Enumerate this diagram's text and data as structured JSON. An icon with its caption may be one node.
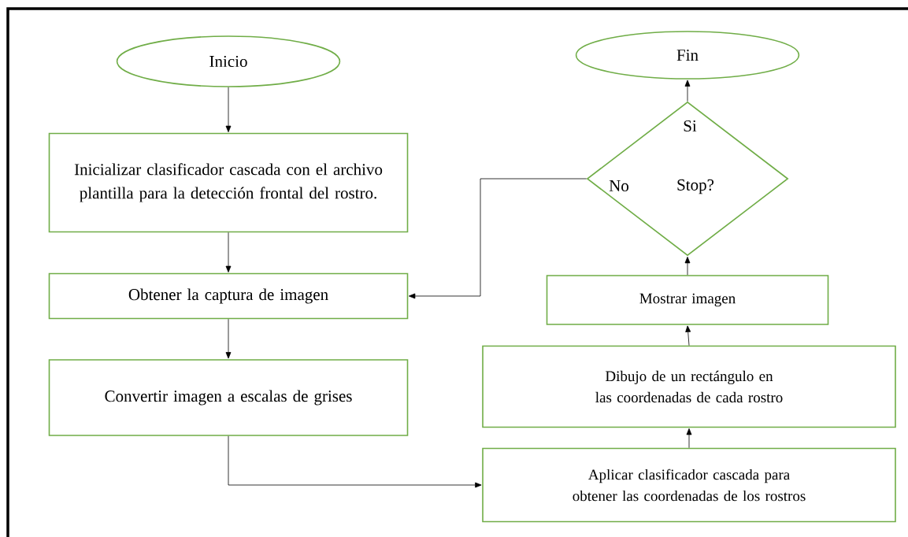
{
  "diagram": {
    "nodes": [
      {
        "text": [
          "Inicio"
        ]
      },
      {
        "text": [
          "Inicializar clasificador cascada con el archivo plantilla para la detección frontal del rostro."
        ]
      },
      {
        "text": [
          "Obtener la captura de imagen"
        ]
      },
      {
        "text": [
          "Convertir imagen a escalas de grises"
        ]
      },
      {
        "text": [
          "Aplicar clasificador cascada para obtener las coordenadas de los rostros"
        ]
      },
      {
        "text": [
          "Dibujo de un rectángulo en las coordenadas de cada rostro"
        ]
      },
      {
        "text": [
          "Mostrar imagen"
        ]
      },
      {
        "text": [
          "Stop?"
        ]
      },
      {
        "text": [
          "Fin"
        ]
      }
    ],
    "edges": [
      {
        "from": 0,
        "to": 1,
        "arrow": "to"
      },
      {
        "from": 1,
        "to": 2,
        "arrow": "to"
      },
      {
        "from": 2,
        "to": 3,
        "arrow": "to"
      },
      {
        "from": 3,
        "to": 4,
        "arrow": "to"
      },
      {
        "from": 4,
        "to": 5,
        "arrow": "to"
      },
      {
        "from": 5,
        "to": 6,
        "arrow": "to"
      },
      {
        "from": 6,
        "to": 7,
        "arrow": "to"
      },
      {
        "from": 7,
        "to": 8,
        "arrow": "to",
        "label": "Si"
      },
      {
        "from": 7,
        "to": 2,
        "arrow": "to",
        "label": "No"
      }
    ]
  }
}
